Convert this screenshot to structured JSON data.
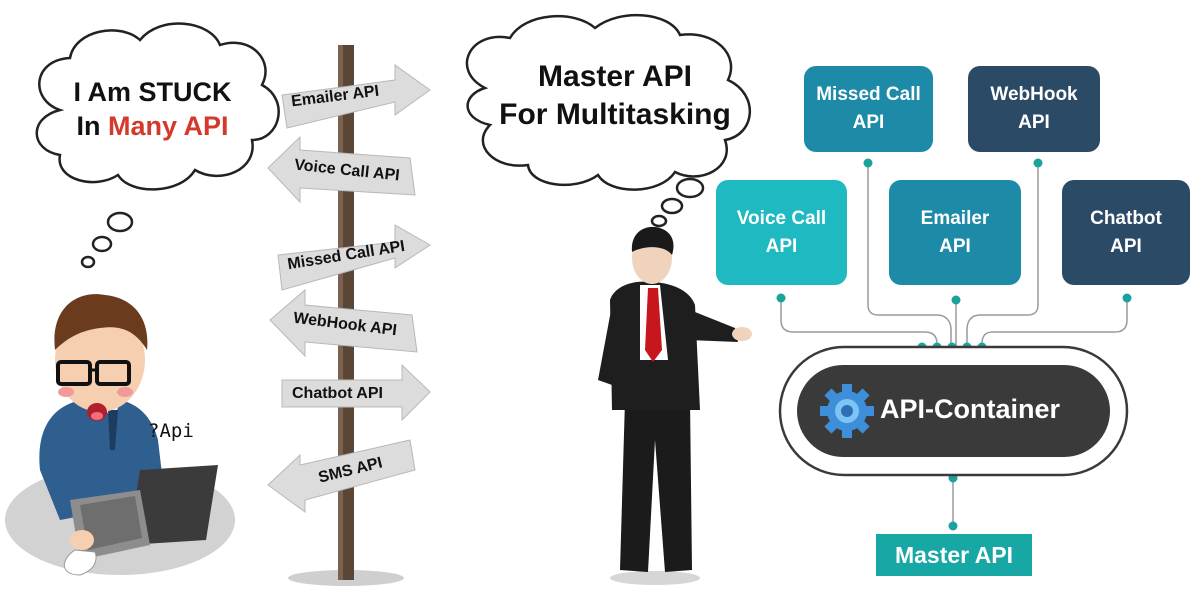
{
  "left_bubble": {
    "line1_prefix": "I Am ",
    "line1_emph": "STUCK",
    "line2_prefix": "In ",
    "line2_emph": "Many API"
  },
  "right_bubble": {
    "line1": "Master API",
    "line2": "For Multitasking"
  },
  "signpost": {
    "signs": [
      "Emailer API",
      "Voice Call API",
      "Missed Call API",
      "WebHook API",
      "Chatbot API",
      "SMS API"
    ]
  },
  "confused_text": "?Api",
  "api_boxes": {
    "missed_call": {
      "line1": "Missed Call",
      "line2": "API"
    },
    "webhook": {
      "line1": "WebHook",
      "line2": "API"
    },
    "voice_call": {
      "line1": "Voice Call",
      "line2": "API"
    },
    "emailer": {
      "line1": "Emailer",
      "line2": "API"
    },
    "chatbot": {
      "line1": "Chatbot",
      "line2": "API"
    }
  },
  "container_label": "API-Container",
  "master_api_label": "Master API",
  "colors": {
    "teal_light": "#1fb9c2",
    "teal_mid": "#1d8aa8",
    "navy": "#2b4a66",
    "container_dark": "#3a3a3a",
    "connector": "#1aa39c",
    "red_emph": "#d33a2c",
    "master_label_bg": "#17a7a5"
  }
}
